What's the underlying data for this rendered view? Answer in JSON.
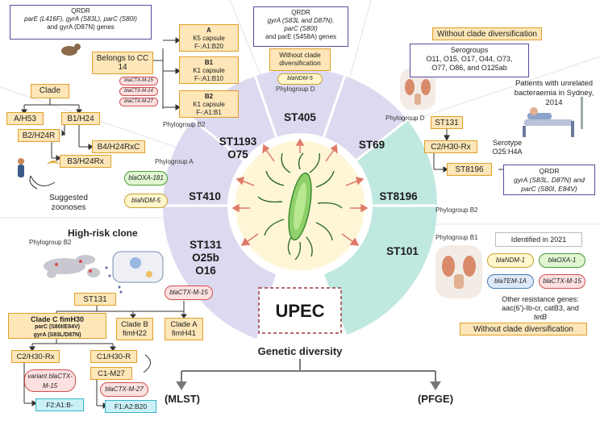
{
  "center": {
    "title": "UPEC",
    "subtitle": "Genetic diversity",
    "left_method": "(MLST)",
    "right_method": "(PFGE)"
  },
  "segments": {
    "st405": "ST405",
    "st69": "ST69",
    "st1193": "ST1193\nO75",
    "st410": "ST410",
    "st8196": "ST8196",
    "st131": "ST131\nO25b\nO16",
    "st101": "ST101"
  },
  "phylogroups": {
    "b2_top": "Phylogroup B2",
    "d_top": "Phylogroup D",
    "d_right": "Phylogroup D",
    "a_left": "Phylogroup A",
    "b2_right": "Phylogroup B2",
    "b1_right": "Phylogroup B1",
    "b2_left": "Phylogroup B2"
  },
  "st1193": {
    "qrdr_title": "QRDR",
    "qrdr_line1": "parE (L416F), gyrA (S83L), parC (S80I)",
    "qrdr_line2": "and gyrA (D87N) genes",
    "belongs": "Belongs to CC 14",
    "a_title": "A",
    "a_line1": "K5 capsule",
    "a_line2": "F-:A1:B20",
    "b1_title": "B1",
    "b1_line1": "K1 capsule",
    "b1_line2": "F-:A1:B10",
    "b2_title": "B2",
    "b2_line1": "K1 capsule",
    "b2_line2": "F-:A1:B1",
    "bla1": "blaCTX-M-15",
    "bla2": "blaCTX-M-14",
    "bla3": "blaCTX-M-27"
  },
  "st405": {
    "qrdr_title": "QRDR",
    "qrdr_line1": "gyrA (S83L and D87N),",
    "qrdr_line2": "parC (S80I)",
    "qrdr_line3": "and parE (S458A) genes",
    "no_clade": "Without clade diversification",
    "bla": "blaNDM-5"
  },
  "st69": {
    "no_clade": "Without clade diversification",
    "sero_title": "Serogroups",
    "sero_line1": "O11, O15, O17, O44, O73,",
    "sero_line2": "O77, O86, and O125ab",
    "patients": "Patients with unrelated bacteraemia in Sydney, 2014"
  },
  "st410": {
    "clade_title": "Clade",
    "a_h53": "A/H53",
    "b1_h24": "B1/H24",
    "b2_h24r": "B2/H24R",
    "b4_h24rxc": "B4/H24RxC",
    "b3_h24rx": "B3/H24Rx",
    "zoonoses": "Suggested zoonoses",
    "bla1": "blaOXA-181",
    "bla2": "blaNDM-5"
  },
  "st8196": {
    "st131": "ST131",
    "c2": "C2/H30-Rx",
    "serotype_title": "Serotype",
    "serotype": "O25:H4A",
    "st8196": "ST8196",
    "qrdr_title": "QRDR",
    "qrdr_line1": "gyrA (S83L, D87N) and",
    "qrdr_line2": "parC (S80I, E84V)"
  },
  "st101": {
    "identified": "Identified in 2021",
    "bla1": "blaNDM-1",
    "bla2": "blaOXA-1",
    "bla3": "blaTEM-1A",
    "bla4": "blaCTX-M-15",
    "other_title": "Other resistance genes:",
    "other_line1": "aac(6')-Ib-cr, catB3, and",
    "other_line2": "tetB",
    "no_clade": "Without clade diversification"
  },
  "st131": {
    "high_risk": "High-risk clone",
    "st131": "ST131",
    "bla_ctx": "blaCTX-M-15",
    "clade_c_title": "Clade C fimH30",
    "clade_c_line1": "parC (S80I/E84V)",
    "clade_c_line2": "gyrA (S83L/D87N)",
    "clade_b": "Clade B fimH22",
    "clade_a": "Clade A fimH41",
    "c2": "C2/H30-Rx",
    "c1": "C1/H30-R",
    "c1m27": "C1-M27",
    "variant": "variant blaCTX-M-15",
    "bla27": "blaCTX-M-27",
    "f2": "F2:A1:B-",
    "f1": "F1:A2:B20"
  },
  "colors": {
    "segment_purple": "#dcdaf0",
    "segment_teal": "#bfe8e0",
    "box_orange_fill": "#fde6b8",
    "box_orange_border": "#e0a02a",
    "purple_border": "#5a4a9c",
    "center_fill": "#fff6d8",
    "arrow_red": "#e07a6a",
    "cyan_fill": "#c9f1f7"
  }
}
